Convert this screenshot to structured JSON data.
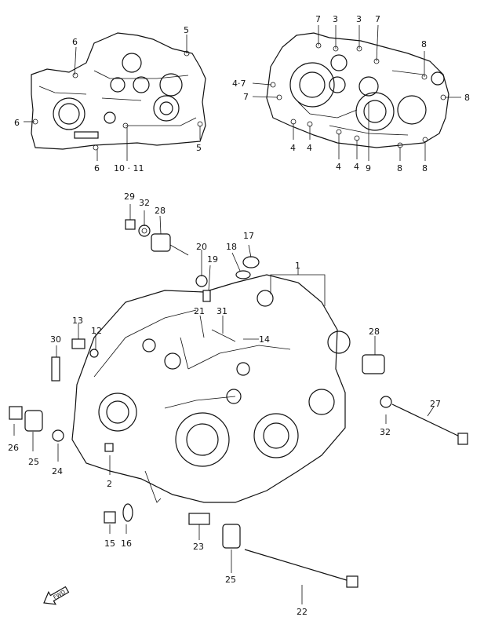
{
  "diagram": {
    "top_left_view_labels": [
      "5",
      "6",
      "6",
      "5",
      "6",
      "10 · 11"
    ],
    "top_right_view_labels": [
      "7",
      "3",
      "3",
      "7",
      "8",
      "4·7",
      "7",
      "8",
      "4",
      "4",
      "4",
      "4",
      "9",
      "8",
      "8"
    ],
    "main_labels": [
      "29",
      "32",
      "28",
      "20",
      "19",
      "18",
      "17",
      "1",
      "21",
      "31",
      "14",
      "13",
      "12",
      "30",
      "28",
      "27",
      "26",
      "25",
      "24",
      "2",
      "32",
      "15",
      "16",
      "23",
      "25",
      "22"
    ],
    "fwd_label": "FWD"
  }
}
